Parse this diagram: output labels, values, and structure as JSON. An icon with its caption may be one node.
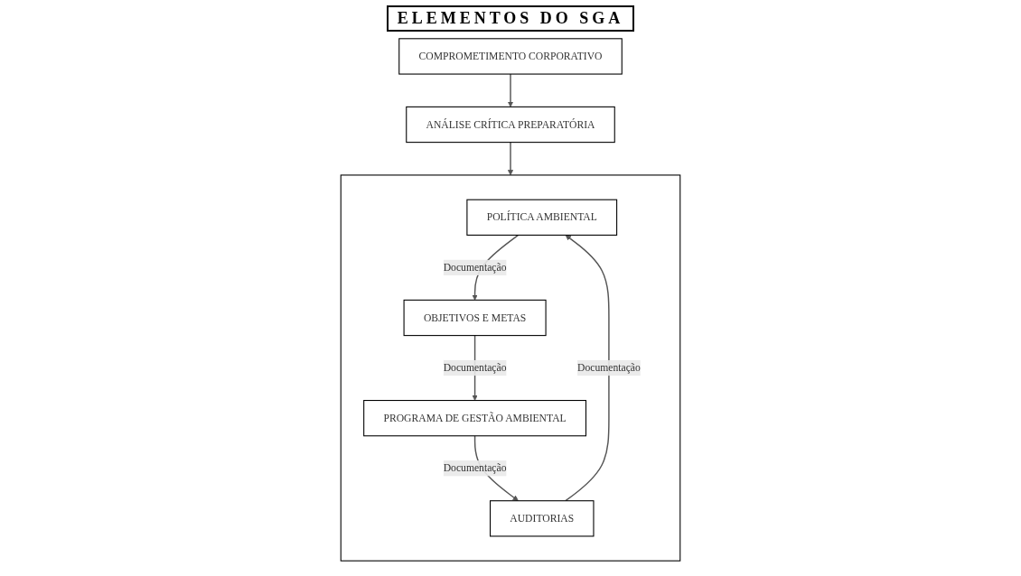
{
  "diagram": {
    "title": "ELEMENTOS DO SGA",
    "nodes": [
      {
        "text": [
          "COMPROMETIMENTO CORPORATIVO"
        ]
      },
      {
        "text": [
          "ANÁLISE CRÍTICA PREPARATÓRIA"
        ]
      },
      {
        "text": [],
        "shape": "box"
      },
      {
        "text": [
          "POLÍTICA AMBIENTAL"
        ],
        "in": 2
      },
      {
        "text": [
          "AUDITORIAS"
        ],
        "in": 2
      },
      {
        "text": [
          "OBJETIVOS E METAS"
        ],
        "in": 2
      },
      {
        "text": [
          "PROGRAMA DE GESTÃO AMBIENTAL"
        ],
        "in": 2
      }
    ],
    "edges": [
      {
        "from": 0,
        "to": 1,
        "arrow": "to"
      },
      {
        "from": 1,
        "to": 2,
        "arrow": "to"
      },
      {
        "from": 4,
        "to": 3,
        "arrow": "to",
        "label": "Documentação"
      },
      {
        "from": 3,
        "to": 5,
        "arrow": "to",
        "label": "Documentação"
      },
      {
        "from": 5,
        "to": 6,
        "arrow": "to",
        "label": "Documentação"
      },
      {
        "from": 6,
        "to": 4,
        "arrow": "to",
        "label": "Documentação"
      }
    ]
  }
}
